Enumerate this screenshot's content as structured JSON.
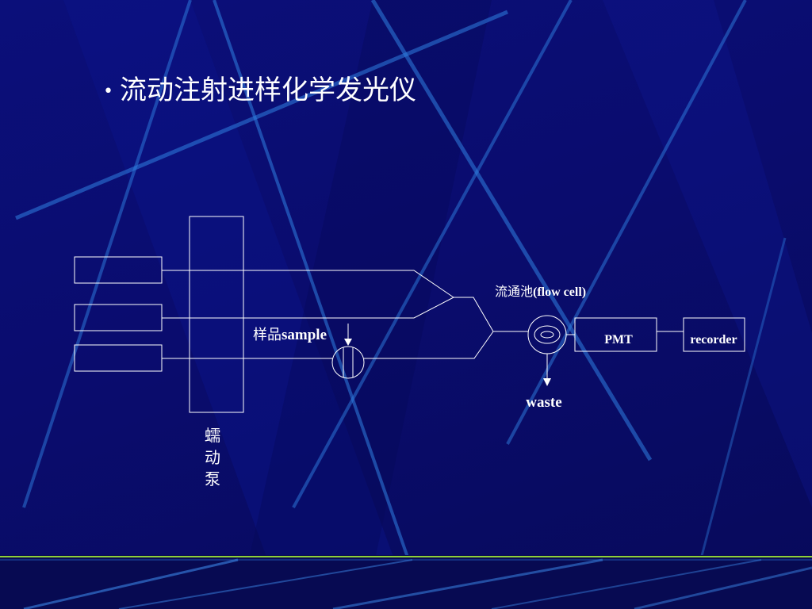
{
  "slide": {
    "bullet": "•",
    "title": "流动注射进样化学发光仪"
  },
  "diagram": {
    "flow_cell_label_cn": "流通池",
    "flow_cell_label_en": "(flow cell)",
    "sample_label_cn": "样品",
    "sample_label_en": "sample",
    "pmt_label": "PMT",
    "recorder_label": "recorder",
    "waste_label": "waste",
    "pump_label_chars": [
      "蠕",
      "动",
      "泵"
    ]
  },
  "colors": {
    "background": "#0a0c6e",
    "line": "#ffffff",
    "accent_green": "#8ecf3a"
  }
}
